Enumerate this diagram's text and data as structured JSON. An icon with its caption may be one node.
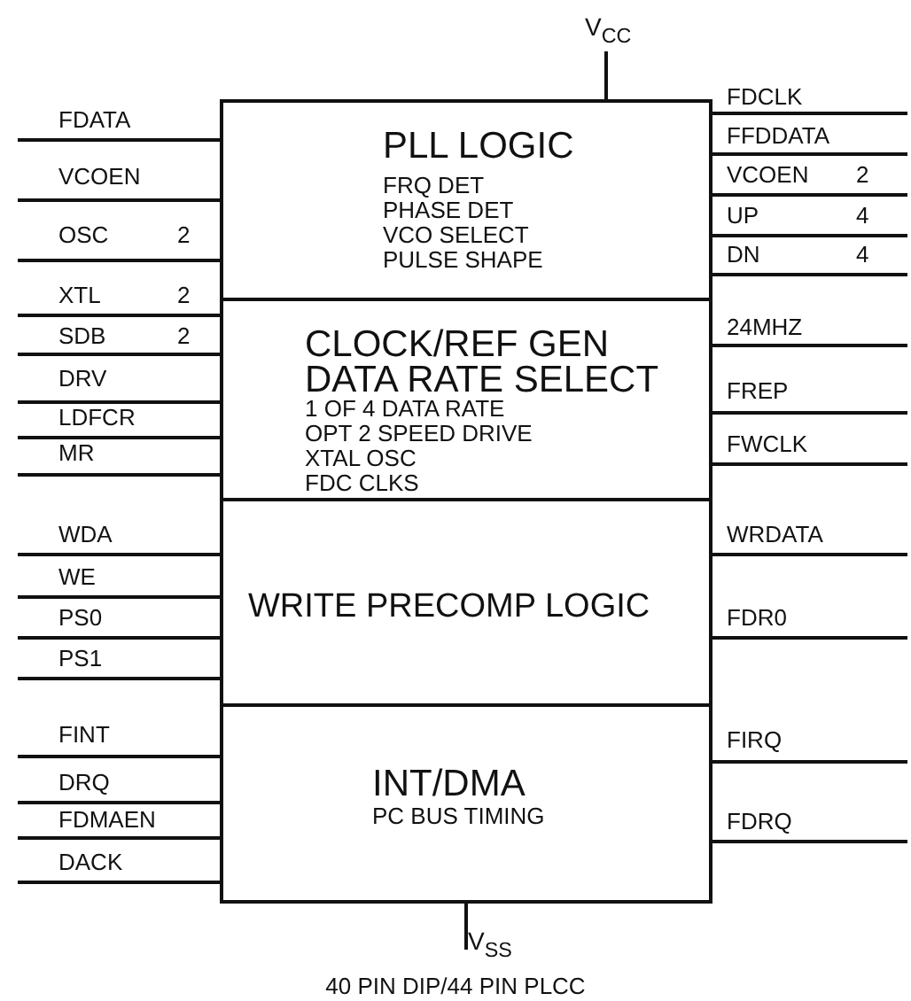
{
  "diagram": {
    "caption": "40 PIN DIP/44 PIN PLCC",
    "nodes": [
      {
        "text": [
          "PLL LOGIC",
          "FRQ DET",
          "PHASE DET",
          "VCO SELECT",
          "PULSE SHAPE"
        ]
      },
      {
        "text": [
          "CLOCK/REF GEN",
          "DATA RATE SELECT",
          "1 OF 4 DATA RATE",
          "OPT 2 SPEED DRIVE",
          "XTAL OSC",
          "FDC CLKS"
        ]
      },
      {
        "text": [
          "WRITE PRECOMP LOGIC"
        ]
      },
      {
        "text": [
          "INT/DMA",
          "PC BUS TIMING"
        ]
      },
      {
        "text": [
          "V$_{CC}$"
        ]
      },
      {
        "text": [
          "V$_{SS}$"
        ]
      }
    ],
    "edges": [
      {
        "from": 4,
        "to": 0,
        "arrow": "none"
      },
      {
        "from": 3,
        "to": 5,
        "arrow": "none"
      }
    ],
    "labels": [
      "FDATA",
      "VCOEN",
      "OSC",
      "2",
      "XTL",
      "2",
      "SDB",
      "2",
      "DRV",
      "LDFCR",
      "MR",
      "WDA",
      "WE",
      "PS0",
      "PS1",
      "FINT",
      "DRQ",
      "FDMAEN",
      "DACK",
      "FDCLK",
      "FFDDATA",
      "VCOEN",
      "2",
      "UP",
      "4",
      "DN",
      "4",
      "24MHZ",
      "FREP",
      "FWCLK",
      "WRDATA",
      "FDR0",
      "FIRQ",
      "FDRQ"
    ]
  }
}
